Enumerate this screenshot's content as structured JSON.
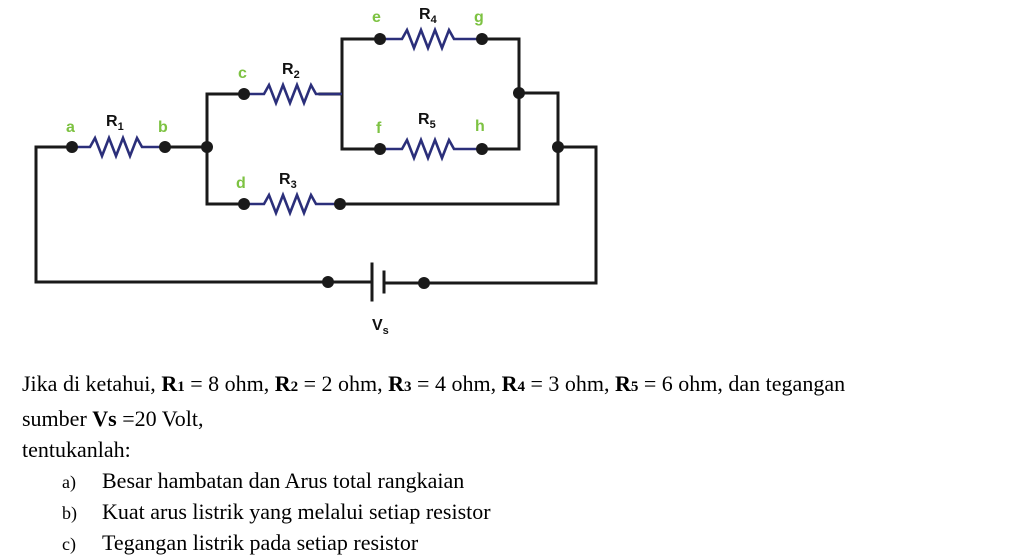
{
  "diagram": {
    "nodes": {
      "a": "a",
      "b": "b",
      "c": "c",
      "d": "d",
      "e": "e",
      "f": "f",
      "g": "g",
      "h": "h"
    },
    "resistors": {
      "r1": {
        "main": "R",
        "sub": "1"
      },
      "r2": {
        "main": "R",
        "sub": "2"
      },
      "r3": {
        "main": "R",
        "sub": "3"
      },
      "r4": {
        "main": "R",
        "sub": "4"
      },
      "r5": {
        "main": "R",
        "sub": "5"
      }
    },
    "source": {
      "main": "V",
      "sub": "s"
    }
  },
  "problem": {
    "intro": "Jika di ketahui,",
    "r1_name": "R",
    "r1_sub": "1",
    "r1_value": "= 8 ohm,",
    "r2_name": "R",
    "r2_sub": "2",
    "r2_value": "= 2 ohm,",
    "r3_name": "R",
    "r3_sub": "3",
    "r3_value": "= 4 ohm,",
    "r4_name": "R",
    "r4_sub": "4",
    "r4_value": "= 3 ohm,",
    "r5_name": "R",
    "r5_sub": "5",
    "r5_value": "= 6 ohm, dan tegangan",
    "line2_prefix": "sumber",
    "vs_name": "Vs",
    "vs_value": "=20 Volt,",
    "line3": "tentukanlah:",
    "questions": [
      {
        "marker": "a)",
        "text": "Besar hambatan dan Arus total rangkaian"
      },
      {
        "marker": "b)",
        "text": "Kuat arus listrik yang melalui setiap resistor"
      },
      {
        "marker": "c)",
        "text": "Tegangan listrik pada setiap resistor"
      }
    ]
  }
}
